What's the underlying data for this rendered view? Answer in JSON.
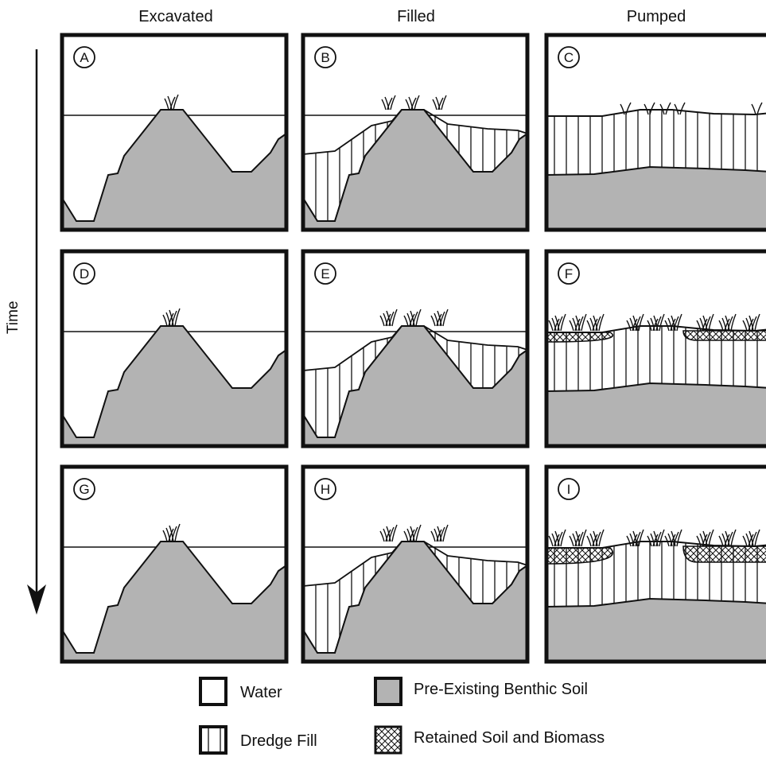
{
  "columns": [
    "Excavated",
    "Filled",
    "Pumped"
  ],
  "time_axis_label": "Time",
  "panel_letters": [
    "A",
    "B",
    "C",
    "D",
    "E",
    "F",
    "G",
    "H",
    "I"
  ],
  "legend": {
    "water": "Water",
    "dredge_fill": "Dredge Fill",
    "benthic_soil": "Pre-Existing Benthic Soil",
    "retained": "Retained Soil and Biomass"
  },
  "colors": {
    "soil": "#b3b3b3",
    "outline": "#111111",
    "water": "#ffffff"
  }
}
